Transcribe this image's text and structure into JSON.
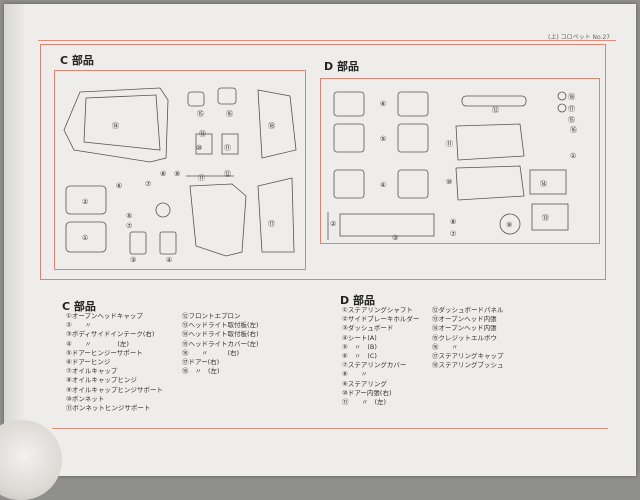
{
  "page": {
    "page_number": "(上) コロペット No.27"
  },
  "diagrams": {
    "c_heading": "C 部品",
    "d_heading": "D 部品",
    "c_numbers": [
      "⑭",
      "⑮",
      "⑯",
      "⑬",
      "⑩",
      "⑪",
      "⑧",
      "⑥",
      "⑦",
      "⑨",
      "⑤",
      "⑦",
      "⑪",
      "⑫",
      "②",
      "①",
      "③",
      "④",
      "⑱",
      "⑰"
    ],
    "d_numbers": [
      "⑥",
      "⑤",
      "⑪",
      "④",
      "⑩",
      "⑯",
      "①",
      "②",
      "⑫",
      "⑭",
      "⑬",
      "⑱",
      "⑰",
      "⑮",
      "⑧",
      "⑦",
      "⑨",
      "③"
    ]
  },
  "c_parts": {
    "title": "C 部品",
    "col1": [
      "①オープンヘッドキャップ",
      "②　　〃",
      "③ボディサイドインテーク(右)",
      "④　　〃　　　　(左)",
      "⑤ドアーヒンジーサポート",
      "⑥ドアーヒンジ",
      "⑦オイルキャップ",
      "⑧オイルキャップヒンジ",
      "⑨オイルキャップヒンジサポート",
      "⑩ボンネット",
      "⑪ボンネットヒンジサポート"
    ],
    "col2": [
      "⑫フロントエプロン",
      "⑬ヘッドライト取付板(左)",
      "⑭ヘッドライト取付板(右)",
      "⑮ヘッドライトカバー(左)",
      "⑯　　〃　　　(右)",
      "⑰ドアー(右)",
      "⑱　〃　(左)"
    ]
  },
  "d_parts": {
    "title": "D 部品",
    "col1": [
      "①ステアリングシャフト",
      "②サイドブレーキホルダー",
      "③ダッシュボード",
      "④シート(A)",
      "⑤　〃　(B)",
      "⑥　〃　(C)",
      "⑦ステアリングカバー",
      "⑧　　〃",
      "⑨ステアリング",
      "⑩ドアー内張(右)",
      "⑪　　〃　(左)"
    ],
    "col2": [
      "⑫ダッシュボードパネル",
      "⑬オープンヘッド内張",
      "⑭オープンヘッド内張",
      "⑮クレジットエルボウ",
      "⑯　　〃",
      "⑰ステアリングキャップ",
      "⑱ステアリングブッシュ"
    ]
  }
}
